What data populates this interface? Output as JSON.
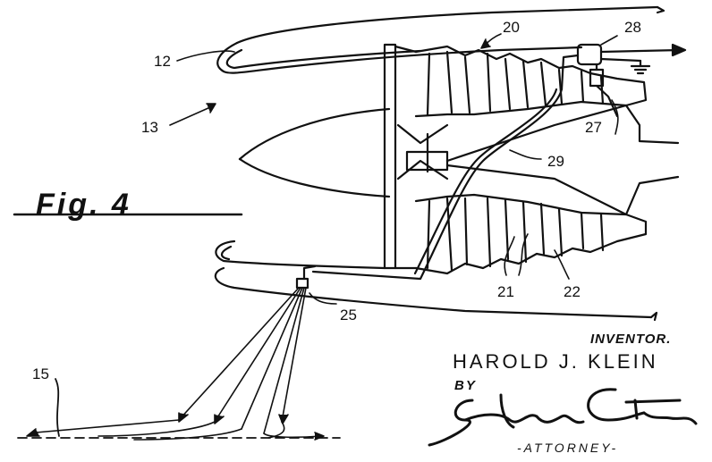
{
  "figure": {
    "label": "Fig. 4",
    "references": {
      "r12": "12",
      "r13": "13",
      "r15": "15",
      "r20": "20",
      "r21": "21",
      "r22": "22",
      "r25": "25",
      "r27": "27",
      "r28": "28",
      "r29": "29"
    }
  },
  "signature_block": {
    "title": "INVENTOR.",
    "inventor_name": "HAROLD J. KLEIN",
    "by_label": "BY",
    "attorney_signature": "Edwin Coates",
    "attorney_label": "-ATTORNEY-"
  }
}
